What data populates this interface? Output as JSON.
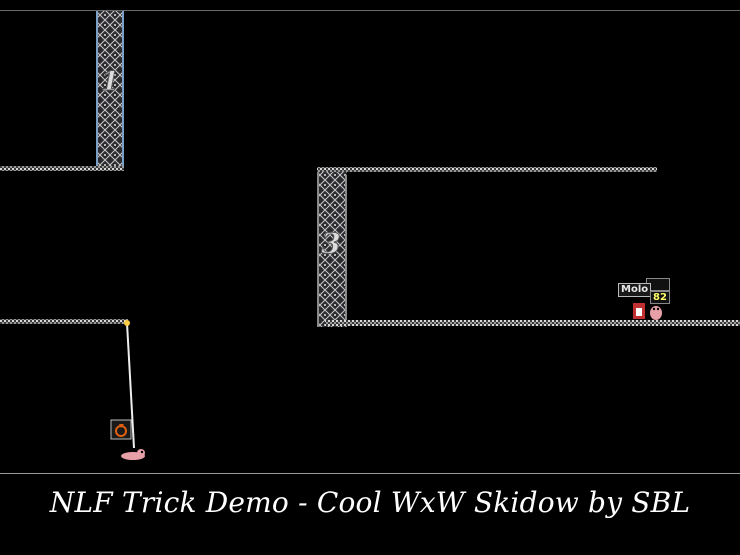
{
  "caption": "NLF Trick Demo - Cool WxW Skidow by SBL",
  "pillars": {
    "left_label": "1",
    "middle_label": "3"
  },
  "enemy_worm": {
    "name": "Molo",
    "health": "82"
  },
  "player_worm": {
    "weapon_icon": "ninja-rope-icon"
  },
  "colors": {
    "background": "#000000",
    "platform": "#b8b8b8",
    "rope": "#eeeeee",
    "worm": "#e8a0a8",
    "health_text": "#ffff66",
    "weapon_icon": "#e06010"
  }
}
